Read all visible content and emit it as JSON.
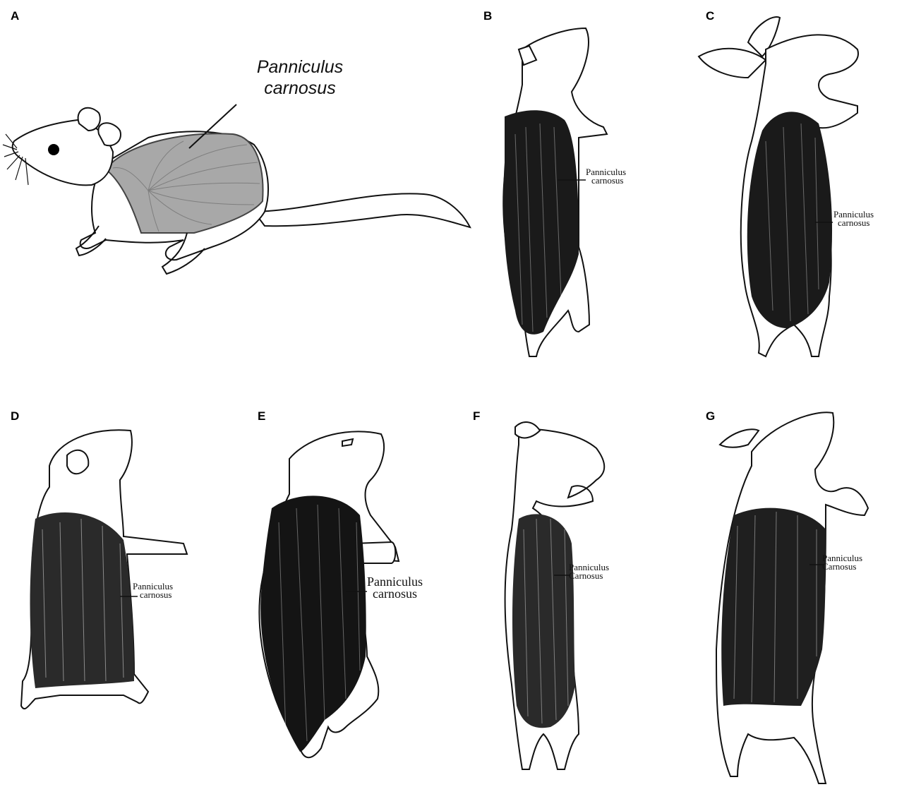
{
  "panels": [
    {
      "letter": "A",
      "label_line1": "Panniculus",
      "label_line2": "carnosus"
    },
    {
      "letter": "B",
      "label_line1": "Panniculus",
      "label_line2": "carnosus"
    },
    {
      "letter": "C",
      "label_line1": "Panniculus",
      "label_line2": "carnosus"
    },
    {
      "letter": "D",
      "label_line1": "Panniculus",
      "label_line2": "carnosus"
    },
    {
      "letter": "E",
      "label_line1": "Panniculus",
      "label_line2": "carnosus"
    },
    {
      "letter": "F",
      "label_line1": "Panniculus",
      "label_line2": "Carnosus"
    },
    {
      "letter": "G",
      "label_line1": "Panniculus",
      "label_line2": "Carnosus"
    }
  ],
  "colors": {
    "line": "#111111",
    "muscle_dark": "#1a1a1a",
    "muscle_grey": "#9a9a9a",
    "background": "#ffffff"
  }
}
